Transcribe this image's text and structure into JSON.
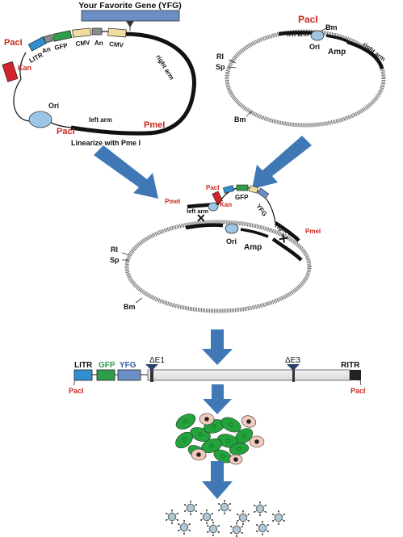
{
  "top_left": {
    "gene_title": "Your Favorite Gene (YFG)",
    "paci_top": "PacI",
    "paci_bottom": "PacI",
    "pmei": "PmeI",
    "kan": "Kan",
    "ori": "Ori",
    "litr": "LITR",
    "an1": "An",
    "gfp": "GFP",
    "cmv1": "CMV",
    "an2": "An",
    "cmv2": "CMV",
    "right_arm": "right arm",
    "left_arm": "left arm",
    "caption": "Linearize with Pme I"
  },
  "top_right": {
    "paci": "PacI",
    "bm_top": "Bm",
    "left_arm": "left arm",
    "ori": "Ori",
    "amp": "Amp",
    "right_arm": "right arm",
    "ri": "RI",
    "sp": "Sp",
    "bm_bottom": "Bm"
  },
  "recomb": {
    "pmei_left": "PmeI",
    "paci": "PacI",
    "kan": "Kan",
    "left_arm": "left arm",
    "gfp": "GFP",
    "yfg": "YFG",
    "right_arm": "right arm",
    "pmei_right": "PmeI",
    "ri": "RI",
    "sp": "Sp",
    "ori": "Ori",
    "amp": "Amp",
    "bm": "Bm"
  },
  "linear": {
    "litr": "LITR",
    "gfp": "GFP",
    "yfg": "YFG",
    "de1": "ΔE1",
    "de3": "ΔE3",
    "ritr": "RITR",
    "paci_left": "PacI",
    "paci_right": "PacI"
  },
  "colors": {
    "red_label": "#c8281e",
    "arrow_blue": "#3f78b4",
    "gfp_green": "#2e9e4a",
    "litr_blue": "#2f8fd0",
    "kan_red": "#d3232a",
    "ori_blue": "#9cc6e8",
    "cmv_tan": "#f1dca0",
    "an_gray": "#8a8a8a",
    "yfg_blue": "#6b8fc4",
    "cell_green": "#22a33c",
    "cell_pink": "#f2c9bd",
    "virion_blue": "#aec8d8"
  }
}
